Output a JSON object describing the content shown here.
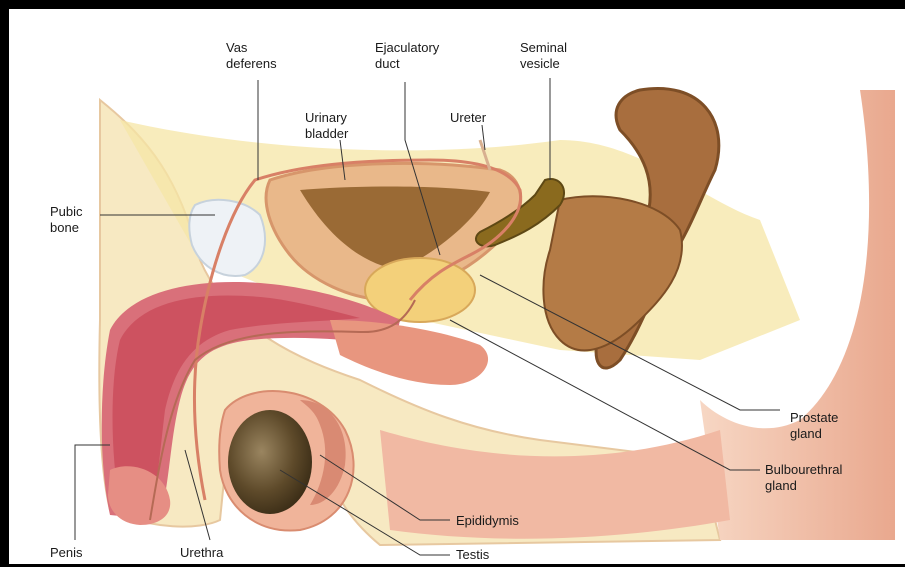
{
  "diagram": {
    "labels": {
      "vas_deferens": [
        "Vas",
        "deferens"
      ],
      "ejaculatory_duct": [
        "Ejaculatory",
        "duct"
      ],
      "seminal_vesicle": [
        "Seminal",
        "vesicle"
      ],
      "urinary_bladder": [
        "Urinary",
        "bladder"
      ],
      "ureter": "Ureter",
      "pubic_bone": [
        "Pubic",
        "bone"
      ],
      "prostate_gland": [
        "Prostate",
        "gland"
      ],
      "bulbourethral_gland": [
        "Bulbourethral",
        "gland"
      ],
      "epididymis": "Epididymis",
      "testis": "Testis",
      "penis": "Penis",
      "urethra": "Urethra"
    },
    "colors": {
      "skin": "#f2c6b0",
      "tissue_yellow": "#f6e6a6",
      "bladder_fill": "#9a6a35",
      "muscle": "#e7a882",
      "erectile": "#c23a4a",
      "seminal_vesicle": "#8a6a1e",
      "testis": "#5e4a2a",
      "rectum": "#a86e3e",
      "duct_line": "#d88066",
      "leader_line": "#333333"
    }
  }
}
